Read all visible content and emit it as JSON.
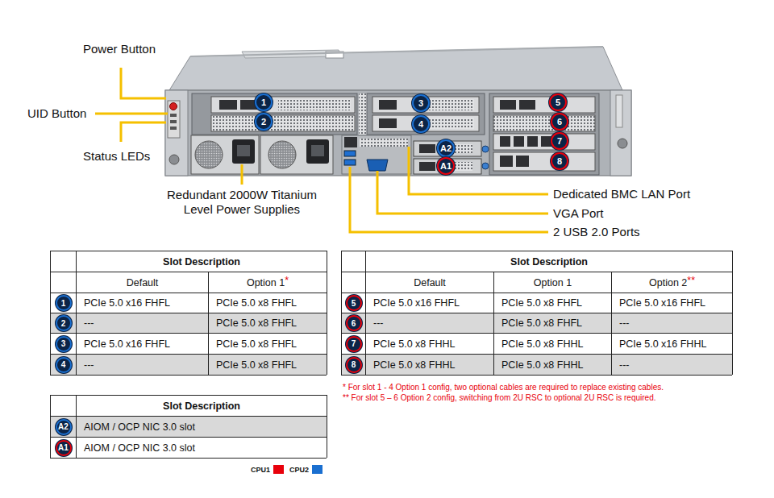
{
  "diagram": {
    "nodes": [
      {
        "text": [
          "1"
        ]
      },
      {
        "text": [
          "2"
        ]
      },
      {
        "text": [
          "3"
        ]
      },
      {
        "text": [
          "4"
        ]
      },
      {
        "text": [
          "5"
        ]
      },
      {
        "text": [
          "6"
        ]
      },
      {
        "text": [
          "7"
        ]
      },
      {
        "text": [
          "8"
        ]
      },
      {
        "text": [
          "A2"
        ]
      },
      {
        "text": [
          "A1"
        ]
      },
      {
        "text": [
          "1"
        ]
      },
      {
        "text": [
          "2"
        ]
      },
      {
        "text": [
          "3"
        ]
      },
      {
        "text": [
          "4"
        ]
      },
      {
        "text": [
          "5"
        ]
      },
      {
        "text": [
          "6"
        ]
      },
      {
        "text": [
          "7"
        ]
      },
      {
        "text": [
          "8"
        ]
      },
      {
        "text": [
          "A2"
        ]
      },
      {
        "text": [
          "A1"
        ]
      }
    ],
    "edges": [],
    "labels": [
      "Power Button",
      "UID Button",
      "Status LEDs",
      "Redundant 2000W Titanium Level Power Supplies",
      "Dedicated BMC LAN Port",
      "VGA Port",
      "2 USB 2.0 Ports",
      "Slot Description",
      "Default",
      "Option 1",
      "*",
      "PCIe 5.0 x16 FHFL",
      "PCIe 5.0 x8 FHFL",
      "---",
      "PCIe 5.0 x8 FHFL",
      "PCIe 5.0 x16 FHFL",
      "PCIe 5.0 x8 FHFL",
      "---",
      "PCIe 5.0 x8 FHFL",
      "Slot Description",
      "Default",
      "Option 1",
      "Option 2",
      "**",
      "PCIe 5.0 x16 FHFL",
      "PCIe 5.0 x8 FHFL",
      "PCIe 5.0 x16 FHFL",
      "---",
      "PCIe 5.0 x8 FHFL",
      "---",
      "PCIe 5.0 x8 FHHL",
      "PCIe 5.0 x8 FHHL",
      "PCIe 5.0 x16 FHHL",
      "PCIe 5.0 x8 FHHL",
      "PCIe 5.0 x8 FHHL",
      "---",
      "* For slot 1 - 4 Option 1 config, two optional cables are required to replace existing cables.",
      "** For slot 5 – 6 Option 2 config, switching from 2U RSC  to optional 2U RSC  is required.",
      "Slot Description",
      "AIOM / OCP NIC 3.0 slot",
      "AIOM / OCP NIC 3.0 slot"
    ],
    "legend": [
      {
        "text": "CPU1",
        "color": "#e8000b"
      },
      {
        "text": "CPU2",
        "color": "#1a6fd0"
      }
    ]
  }
}
